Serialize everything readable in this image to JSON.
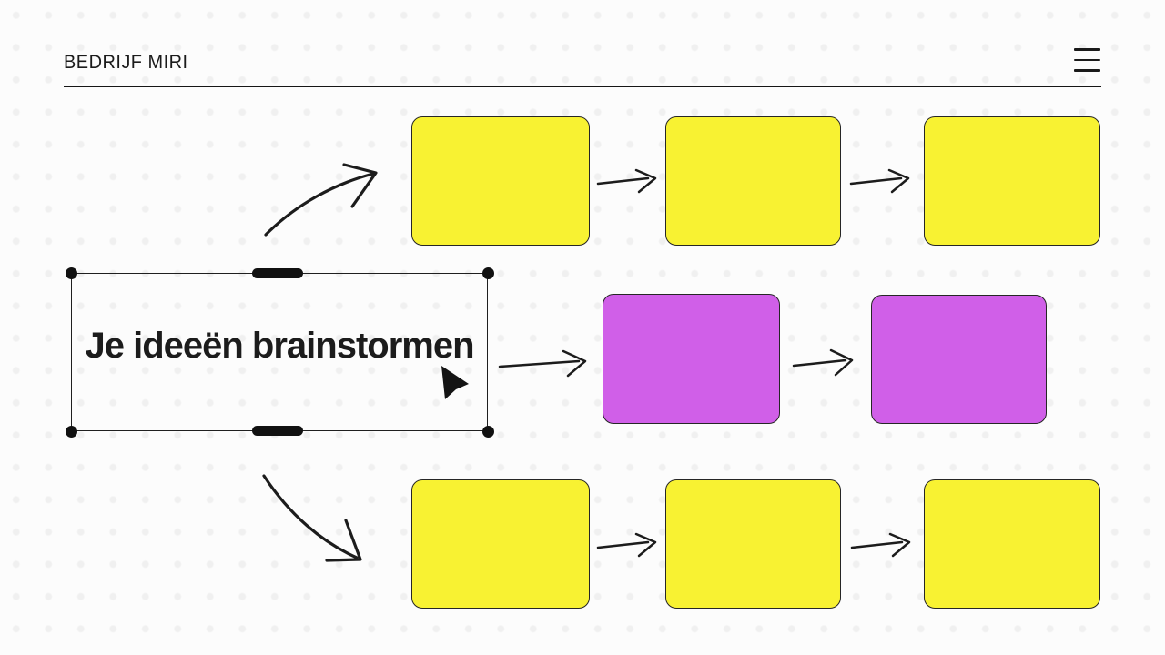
{
  "header": {
    "title": "BEDRIJF MIRI",
    "menu_icon": "hamburger-icon"
  },
  "board": {
    "selected_text_item": {
      "text": "Je ideeën brainstormen",
      "state": "selected"
    },
    "flow_rows": [
      {
        "position": "top",
        "box_color": "yellow",
        "box_count": 3,
        "connector_style": "straight-arrow"
      },
      {
        "position": "middle",
        "box_color": "purple",
        "box_count": 2,
        "connector_style": "straight-arrow"
      },
      {
        "position": "bottom",
        "box_color": "yellow",
        "box_count": 3,
        "connector_style": "straight-arrow"
      }
    ],
    "branch_connectors": [
      {
        "from": "selected_text_item",
        "to": "top-row",
        "style": "curved-arrow"
      },
      {
        "from": "selected_text_item",
        "to": "middle-row",
        "style": "straight-arrow"
      },
      {
        "from": "selected_text_item",
        "to": "bottom-row",
        "style": "curved-arrow"
      }
    ],
    "colors": {
      "yellow": "#F8F232",
      "purple": "#D05FE8",
      "ink": "#1F1F1F",
      "canvas_bg": "#FCFCFC",
      "grid_dot": "#F0F0F0"
    }
  }
}
